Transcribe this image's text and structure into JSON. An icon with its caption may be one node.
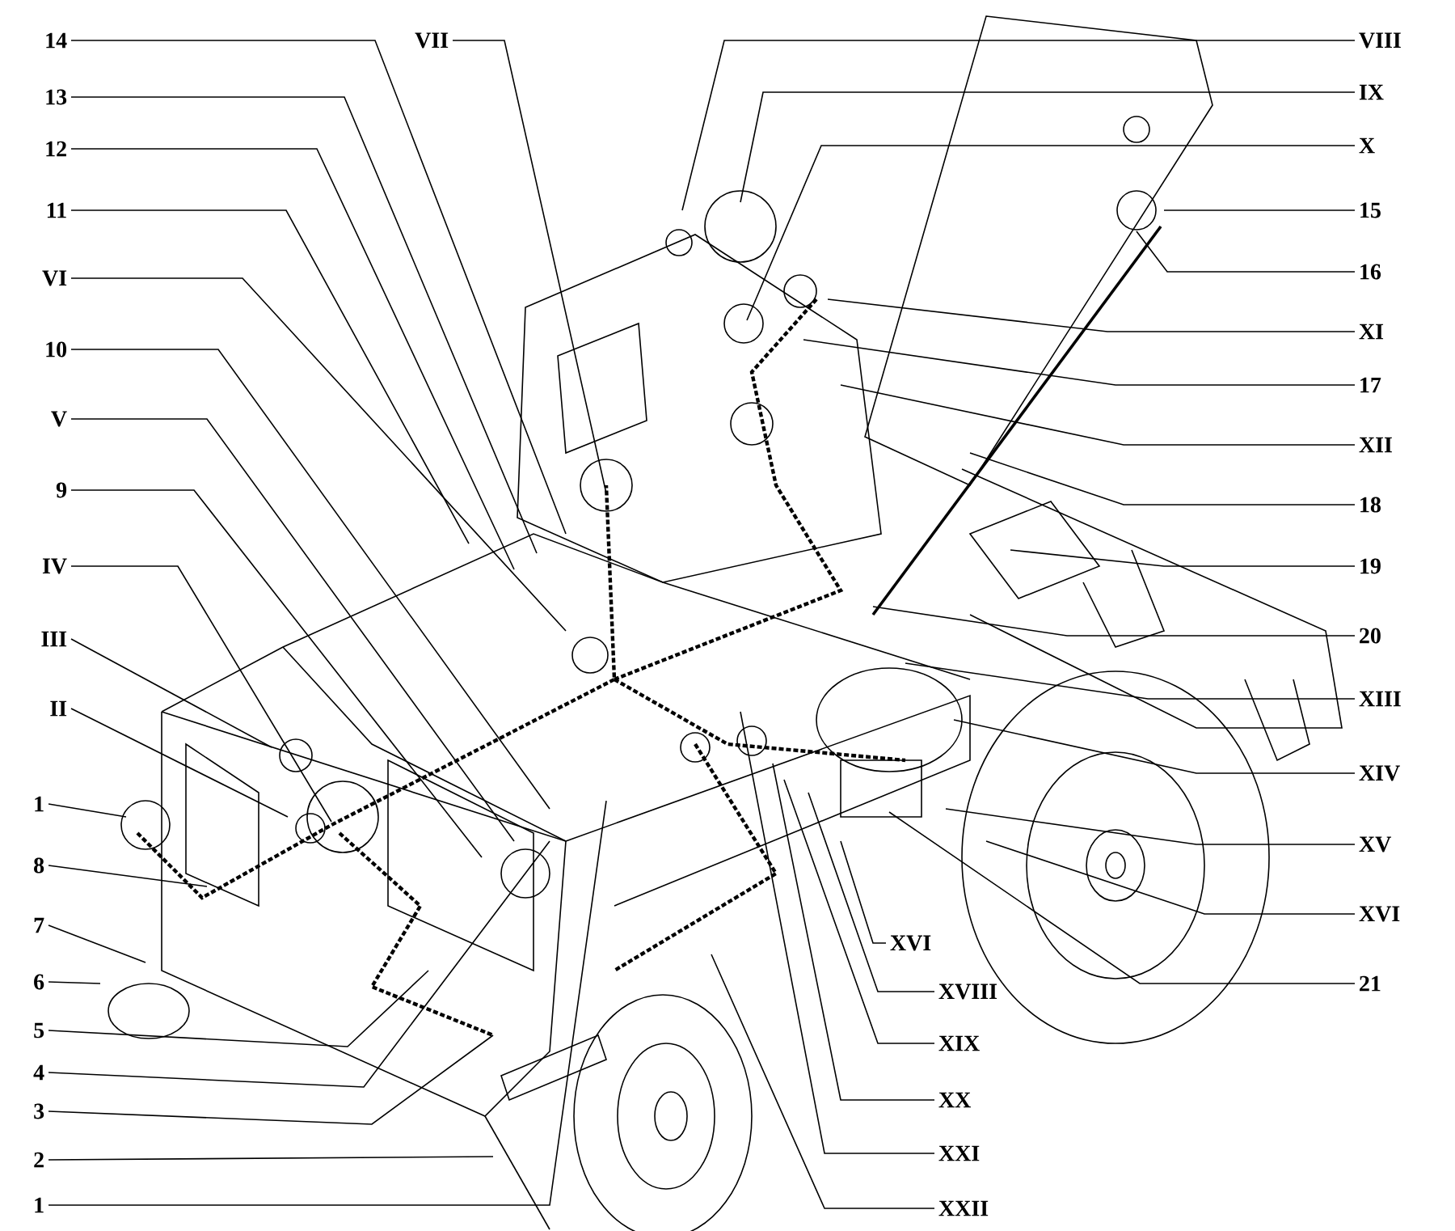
{
  "diagram": {
    "nodes": [
      {
        "text": [
          "14"
        ]
      },
      {
        "text": [
          "13"
        ]
      },
      {
        "text": [
          "12"
        ]
      },
      {
        "text": [
          "11"
        ]
      },
      {
        "text": [
          "VI"
        ]
      },
      {
        "text": [
          "10"
        ]
      },
      {
        "text": [
          "V"
        ]
      },
      {
        "text": [
          "9"
        ]
      },
      {
        "text": [
          "IV"
        ]
      },
      {
        "text": [
          "III"
        ]
      },
      {
        "text": [
          "II"
        ]
      },
      {
        "text": [
          "1"
        ]
      },
      {
        "text": [
          "8"
        ]
      },
      {
        "text": [
          "7"
        ]
      },
      {
        "text": [
          "6"
        ]
      },
      {
        "text": [
          "5"
        ]
      },
      {
        "text": [
          "4"
        ]
      },
      {
        "text": [
          "3"
        ]
      },
      {
        "text": [
          "2"
        ]
      },
      {
        "text": [
          "1"
        ]
      },
      {
        "text": [
          "VII"
        ]
      },
      {
        "text": [
          "VIII"
        ]
      },
      {
        "text": [
          "IX"
        ]
      },
      {
        "text": [
          "X"
        ]
      },
      {
        "text": [
          "15"
        ]
      },
      {
        "text": [
          "16"
        ]
      },
      {
        "text": [
          "XI"
        ]
      },
      {
        "text": [
          "17"
        ]
      },
      {
        "text": [
          "XII"
        ]
      },
      {
        "text": [
          "18"
        ]
      },
      {
        "text": [
          "19"
        ]
      },
      {
        "text": [
          "20"
        ]
      },
      {
        "text": [
          "XIII"
        ]
      },
      {
        "text": [
          "XIV"
        ]
      },
      {
        "text": [
          "XV"
        ]
      },
      {
        "text": [
          "XVI"
        ]
      },
      {
        "text": [
          "21"
        ]
      },
      {
        "text": [
          "XVI"
        ]
      },
      {
        "text": [
          "XVIII"
        ]
      },
      {
        "text": [
          "XIX"
        ]
      },
      {
        "text": [
          "XX"
        ]
      },
      {
        "text": [
          "XXI"
        ]
      },
      {
        "text": [
          "XXII"
        ]
      }
    ],
    "edges": [
      {
        "from": 0,
        "to": null,
        "arrow": "none"
      },
      {
        "from": 1,
        "to": null,
        "arrow": "none"
      },
      {
        "from": 2,
        "to": null,
        "arrow": "none"
      },
      {
        "from": 3,
        "to": null,
        "arrow": "none"
      },
      {
        "from": 4,
        "to": null,
        "arrow": "none"
      },
      {
        "from": 5,
        "to": null,
        "arrow": "none"
      },
      {
        "from": 6,
        "to": null,
        "arrow": "none"
      },
      {
        "from": 7,
        "to": null,
        "arrow": "none"
      },
      {
        "from": 8,
        "to": null,
        "arrow": "none"
      },
      {
        "from": 9,
        "to": null,
        "arrow": "none"
      },
      {
        "from": 10,
        "to": null,
        "arrow": "none"
      },
      {
        "from": 11,
        "to": null,
        "arrow": "none"
      },
      {
        "from": 12,
        "to": null,
        "arrow": "none"
      },
      {
        "from": 13,
        "to": null,
        "arrow": "none"
      },
      {
        "from": 14,
        "to": null,
        "arrow": "none"
      },
      {
        "from": 15,
        "to": null,
        "arrow": "none"
      },
      {
        "from": 16,
        "to": null,
        "arrow": "none"
      },
      {
        "from": 17,
        "to": null,
        "arrow": "none"
      },
      {
        "from": 18,
        "to": null,
        "arrow": "none"
      },
      {
        "from": 19,
        "to": null,
        "arrow": "none"
      },
      {
        "from": 20,
        "to": null,
        "arrow": "none"
      },
      {
        "from": 21,
        "to": null,
        "arrow": "none"
      },
      {
        "from": 22,
        "to": null,
        "arrow": "none"
      },
      {
        "from": 23,
        "to": null,
        "arrow": "none"
      },
      {
        "from": 24,
        "to": null,
        "arrow": "none"
      },
      {
        "from": 25,
        "to": null,
        "arrow": "none"
      },
      {
        "from": 26,
        "to": null,
        "arrow": "none"
      },
      {
        "from": 27,
        "to": null,
        "arrow": "none"
      },
      {
        "from": 28,
        "to": null,
        "arrow": "none"
      },
      {
        "from": 29,
        "to": null,
        "arrow": "none"
      },
      {
        "from": 30,
        "to": null,
        "arrow": "none"
      },
      {
        "from": 31,
        "to": null,
        "arrow": "none"
      },
      {
        "from": 32,
        "to": null,
        "arrow": "none"
      },
      {
        "from": 33,
        "to": null,
        "arrow": "none"
      },
      {
        "from": 34,
        "to": null,
        "arrow": "none"
      },
      {
        "from": 35,
        "to": null,
        "arrow": "none"
      },
      {
        "from": 36,
        "to": null,
        "arrow": "none"
      },
      {
        "from": 37,
        "to": null,
        "arrow": "none"
      },
      {
        "from": 38,
        "to": null,
        "arrow": "none"
      },
      {
        "from": 39,
        "to": null,
        "arrow": "none"
      },
      {
        "from": 40,
        "to": null,
        "arrow": "none"
      },
      {
        "from": 41,
        "to": null,
        "arrow": "none"
      },
      {
        "from": 42,
        "to": null,
        "arrow": "none"
      }
    ]
  }
}
